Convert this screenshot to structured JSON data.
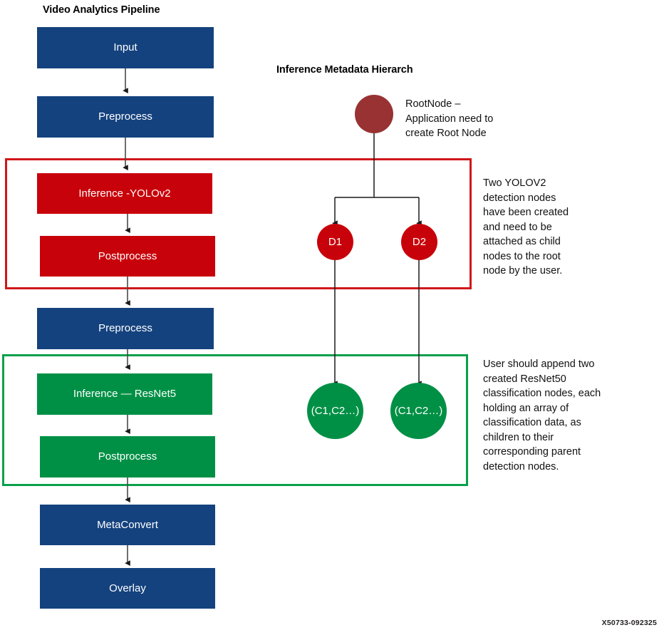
{
  "titles": {
    "pipeline": "Video Analytics Pipeline",
    "hierarchy": "Inference Metadata Hierarch"
  },
  "pipeline": {
    "stages": [
      {
        "id": "input",
        "label": "Input",
        "color": "#14427e"
      },
      {
        "id": "preprocess-1",
        "label": "Preprocess",
        "color": "#14427e"
      },
      {
        "id": "inference-yolo",
        "label": "Inference -YOLOv2",
        "color": "#c8020a"
      },
      {
        "id": "postprocess-1",
        "label": "Postprocess",
        "color": "#c8020a"
      },
      {
        "id": "preprocess-2",
        "label": "Preprocess",
        "color": "#14427e"
      },
      {
        "id": "inference-resnet",
        "label": "Inference — ResNet5",
        "color": "#009045"
      },
      {
        "id": "postprocess-2",
        "label": "Postprocess",
        "color": "#009045"
      },
      {
        "id": "metaconvert",
        "label": "MetaConvert",
        "color": "#14427e"
      },
      {
        "id": "overlay",
        "label": "Overlay",
        "color": "#14427e"
      }
    ],
    "groups": [
      {
        "id": "detection-group",
        "color": "#d1171a"
      },
      {
        "id": "classification-group",
        "color": "#0aa04b"
      }
    ]
  },
  "hierarchy": {
    "nodes": [
      {
        "id": "root-node",
        "label": "",
        "color": "#993233"
      },
      {
        "id": "det-node-1",
        "label": "D1",
        "color": "#c8020a"
      },
      {
        "id": "det-node-2",
        "label": "D2",
        "color": "#c8020a"
      },
      {
        "id": "cls-node-1",
        "label": "(C1,C2…)",
        "color": "#009045"
      },
      {
        "id": "cls-node-2",
        "label": "(C1,C2…)",
        "color": "#009045"
      }
    ]
  },
  "annotations": {
    "root": "RootNode –\nApplication need to\ncreate Root Node",
    "detection": "Two YOLOV2\ndetection nodes\nhave been created\nand need to be\nattached as child\nnodes to the root\nnode by the user.",
    "classification": "User should append two\ncreated ResNet50\nclassification nodes, each\nholding an array of\nclassification data, as\nchildren to their\ncorresponding parent\ndetection nodes."
  },
  "footer": {
    "code": "X50733-092325"
  },
  "colors": {
    "blue": "#14427e",
    "red": "#c8020a",
    "green": "#009045",
    "red_outline": "#d1171a",
    "green_outline": "#0aa04b",
    "maroon": "#993233",
    "arrow": "#404040",
    "text": "#111111"
  }
}
